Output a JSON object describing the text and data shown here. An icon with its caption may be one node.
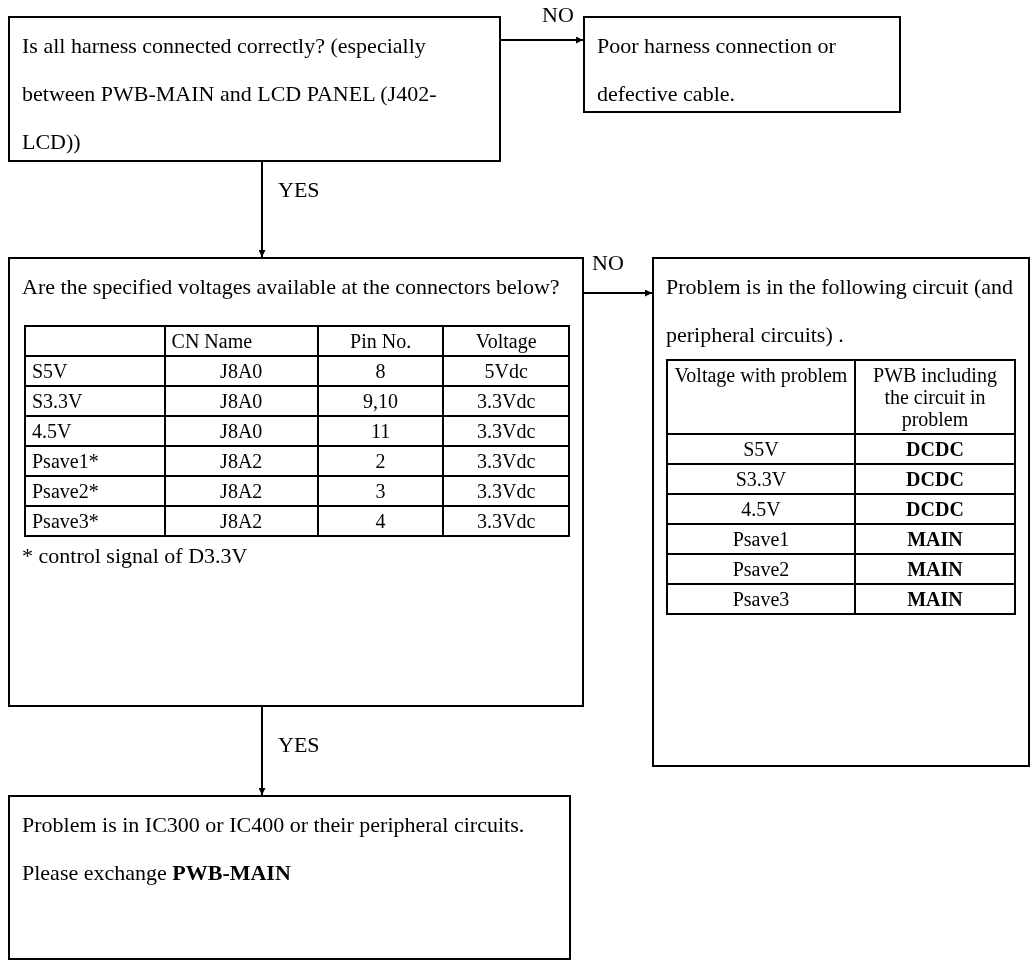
{
  "diagram": {
    "nodes": [
      {
        "text": [
          "Is all harness connected correctly? (especially between PWB-MAIN and LCD PANEL (J402-LCD))"
        ]
      },
      {
        "text": [
          "Poor harness connection or defective cable."
        ]
      },
      {
        "text": [
          "Are the specified voltages available at the connectors below?",
          "* control signal of D3.3V"
        ]
      },
      {
        "text": [
          "Problem is in the following circuit (and peripheral circuits) ."
        ]
      },
      {
        "text": [
          "Problem is in IC300 or IC400 or their peripheral circuits.",
          "Please exchange **PWB-MAIN**"
        ]
      }
    ],
    "edges": [
      {
        "from": 0,
        "to": 1,
        "arrow": "to",
        "label": "NO"
      },
      {
        "from": 0,
        "to": 2,
        "arrow": "to",
        "label": "YES"
      },
      {
        "from": 2,
        "to": 3,
        "arrow": "to",
        "label": "NO"
      },
      {
        "from": 2,
        "to": 4,
        "arrow": "to",
        "label": "YES"
      }
    ],
    "labels": [
      "CN Name",
      "Pin No.",
      "Voltage",
      "S5V",
      "J8A0",
      "8",
      "5Vdc",
      "S3.3V",
      "J8A0",
      "9,10",
      "3.3Vdc",
      "4.5V",
      "J8A0",
      "11",
      "3.3Vdc",
      "Psave1*",
      "J8A2",
      "2",
      "3.3Vdc",
      "Psave2*",
      "J8A2",
      "3",
      "3.3Vdc",
      "Psave3*",
      "J8A2",
      "4",
      "3.3Vdc",
      "Voltage with problem",
      "PWB including the circuit in problem",
      "S5V",
      "DCDC",
      "S3.3V",
      "DCDC",
      "4.5V",
      "DCDC",
      "Psave1",
      "MAIN",
      "Psave2",
      "MAIN",
      "Psave3",
      "MAIN"
    ]
  }
}
